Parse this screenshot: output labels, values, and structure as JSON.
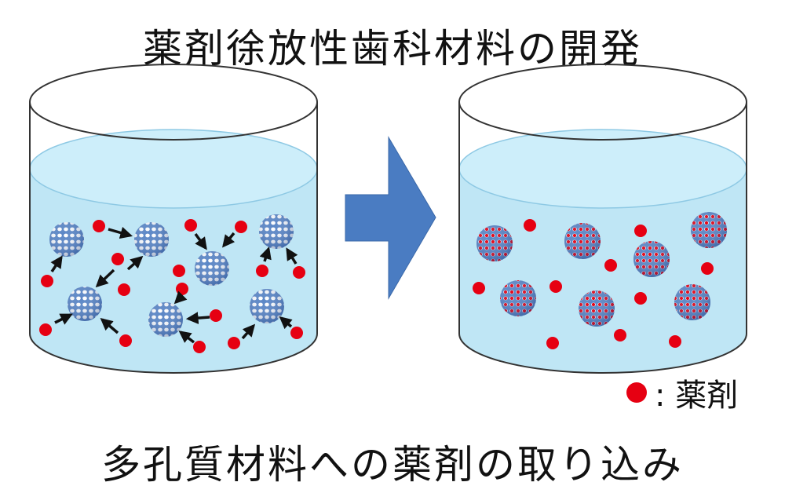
{
  "title": "薬剤徐放性歯科材料の開発",
  "caption": "多孔質材料への薬剤の取り込み",
  "legend": {
    "label": ": 薬剤"
  },
  "colors": {
    "drug": "#e60012",
    "water": "#bfe6f5",
    "water_surface": "#cdeefa",
    "arrow": "#4a7cc2",
    "particle": "#5a86c6",
    "outline": "#333333"
  }
}
